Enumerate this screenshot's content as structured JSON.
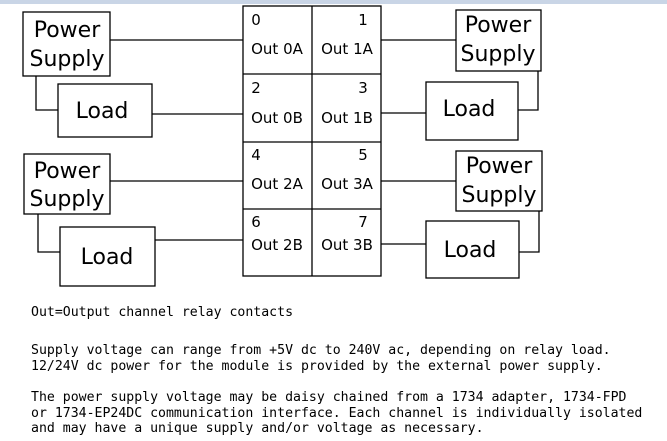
{
  "labels": {
    "power_supply_line1": "Power",
    "power_supply_line2": "Supply",
    "load": "Load"
  },
  "terminals": [
    {
      "num": "0",
      "label": "Out 0A"
    },
    {
      "num": "1",
      "label": "Out 1A"
    },
    {
      "num": "2",
      "label": "Out 0B"
    },
    {
      "num": "3",
      "label": "Out 1B"
    },
    {
      "num": "4",
      "label": "Out 2A"
    },
    {
      "num": "5",
      "label": "Out 3A"
    },
    {
      "num": "6",
      "label": "Out 2B"
    },
    {
      "num": "7",
      "label": "Out 3B"
    }
  ],
  "notes": {
    "legend": "Out=Output channel relay contacts",
    "supply_line1": "Supply voltage can range from +5V dc to 240V ac, depending on relay load.",
    "supply_line2": "12/24V dc power for the module is provided by the external power supply.",
    "chain_line1": "The power supply voltage may be daisy chained from a 1734 adapter, 1734-FPD",
    "chain_line2": "or 1734-EP24DC communication interface. Each channel is individually isolated",
    "chain_line3": "and may have a unique supply and/or voltage as necessary."
  }
}
